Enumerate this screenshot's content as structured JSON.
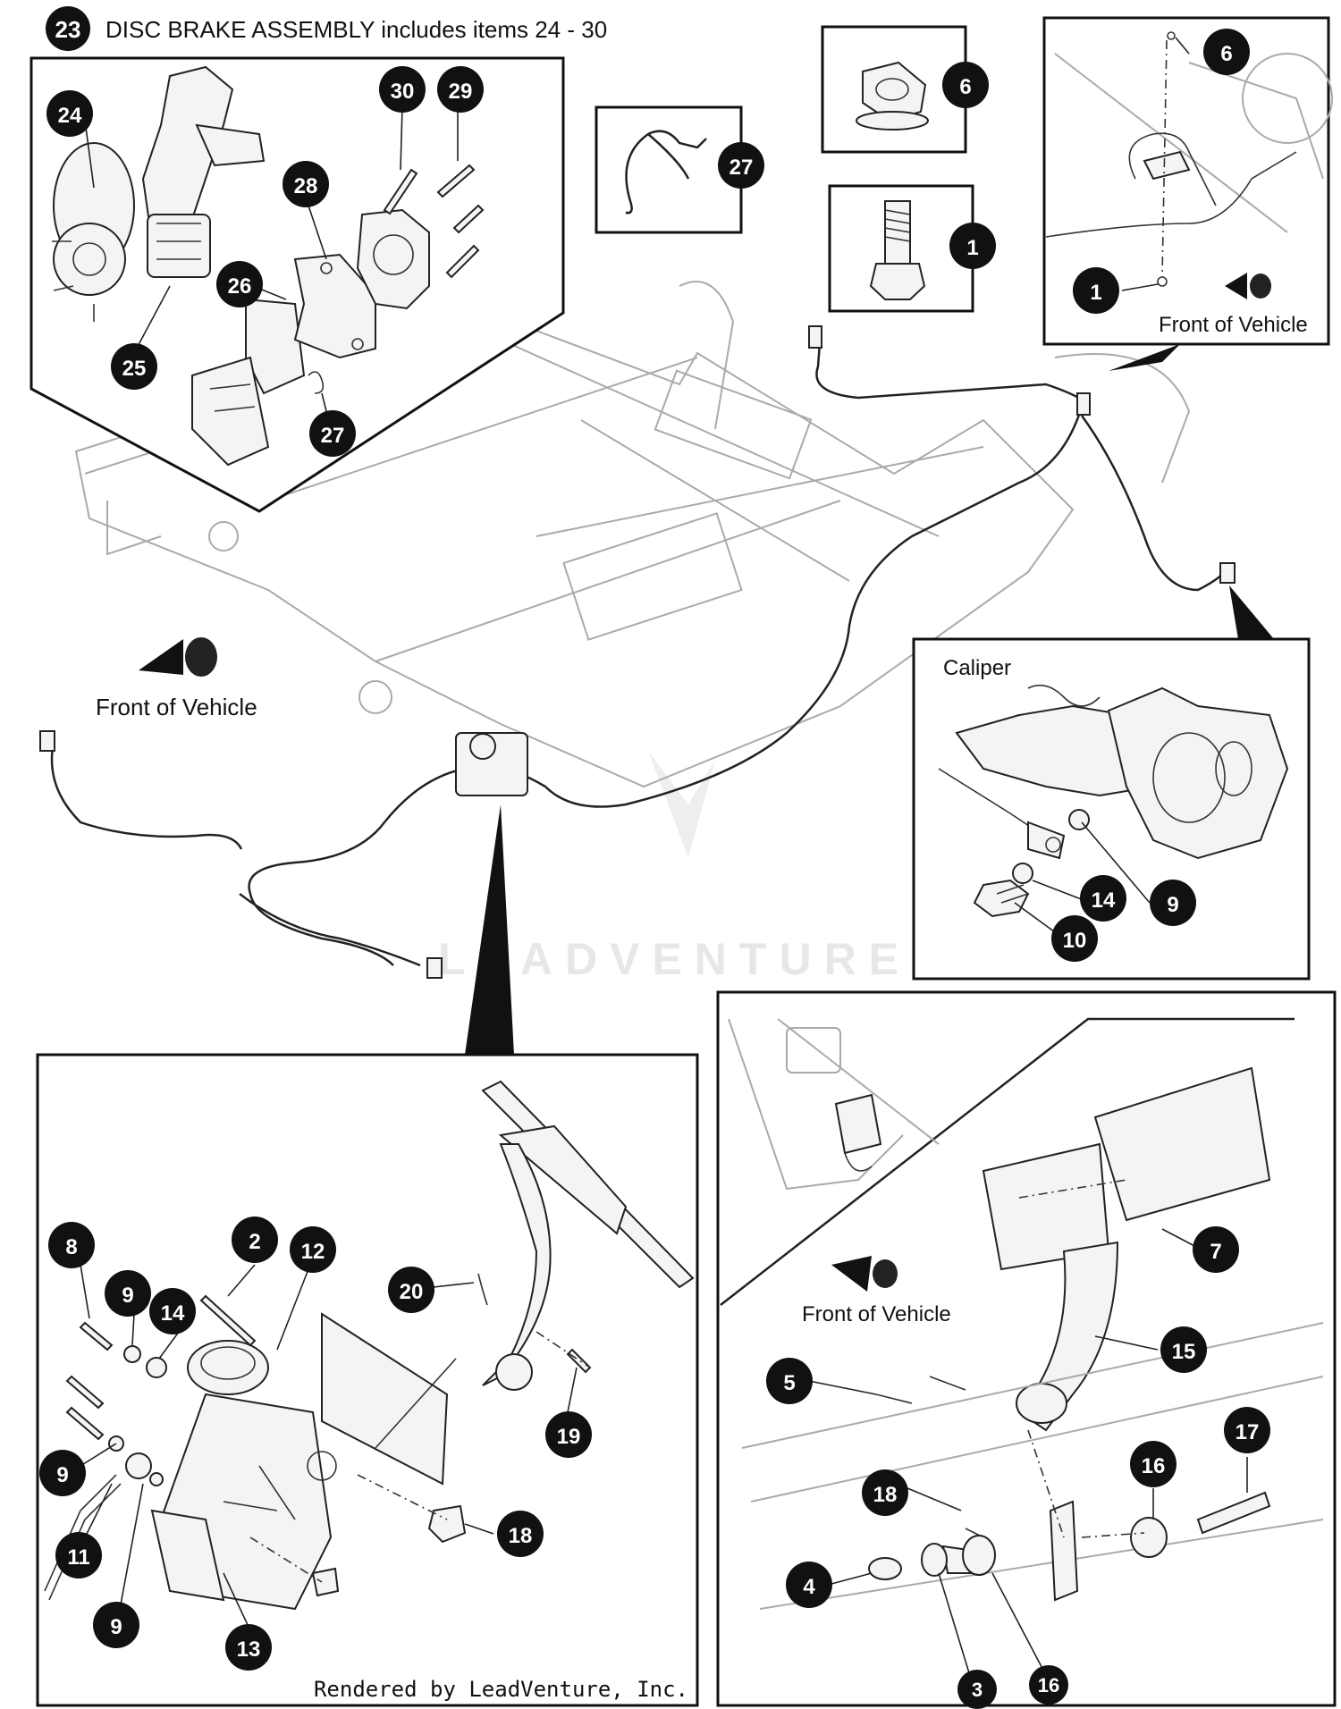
{
  "header": {
    "callout_number": "23",
    "title": "DISC BRAKE ASSEMBLY includes items 24 - 30"
  },
  "texts": {
    "front_main": "Front of Vehicle",
    "front_inset": "Front of Vehicle",
    "front_pedal": "Front of Vehicle",
    "caliper": "Caliper",
    "watermark": "LEADVENTURE",
    "credit": "Rendered by LeadVenture, Inc."
  },
  "callouts": {
    "c24": "24",
    "c25": "25",
    "c26": "26",
    "c27a": "27",
    "c28": "28",
    "c29": "29",
    "c30": "30",
    "c27b": "27",
    "c6a": "6",
    "c1a": "1",
    "c6b": "6",
    "c1b": "1",
    "c14a": "14",
    "c9a": "9",
    "c10": "10",
    "c8": "8",
    "c9b": "9",
    "c14b": "14",
    "c2": "2",
    "c12": "12",
    "c20": "20",
    "c19": "19",
    "c9c": "9",
    "c11": "11",
    "c9d": "9",
    "c13": "13",
    "c18a": "18",
    "c7": "7",
    "c15": "15",
    "c5": "5",
    "c18b": "18",
    "c16a": "16",
    "c17": "17",
    "c4": "4",
    "c3": "3",
    "c16b": "16"
  },
  "colors": {
    "badge": "#111111",
    "badge_text": "#ffffff",
    "line": "#222222",
    "ghost": "#aaaaaa"
  }
}
